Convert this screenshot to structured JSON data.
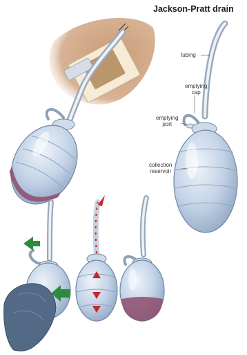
{
  "title": "Jackson-Pratt drain",
  "labels": {
    "tubing": "tubing",
    "emptying_cap_1": "emptying",
    "emptying_cap_2": "cap",
    "emptying_port_1": "emptying",
    "emptying_port_2": "port",
    "collection_reservoir_1": "collection",
    "collection_reservoir_2": "reservoir"
  },
  "colors": {
    "bulb": "#b8c9df",
    "bulb_edge": "#6f86a6",
    "fluid": "#8e4c6c",
    "skin": "#c79a78",
    "gauze": "#f3e7d2",
    "glove": "#536a86",
    "arrow_green": "#2e8b3e",
    "arrow_red": "#c42828"
  }
}
